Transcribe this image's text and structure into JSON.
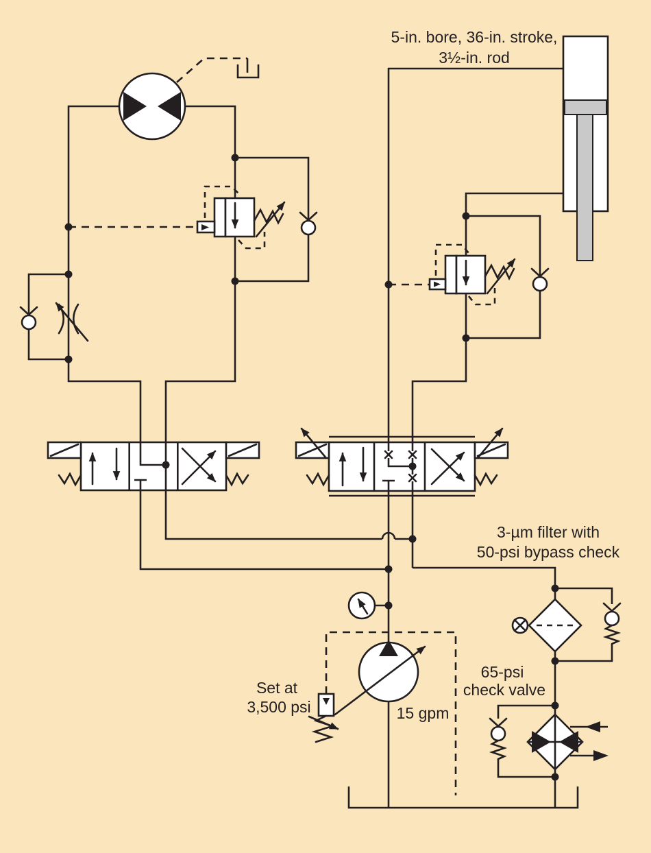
{
  "diagram": {
    "type": "hydraulic-schematic",
    "background_color": "#FAE5BD",
    "line_color": "#231F20",
    "component_fill": "#FFFFFF",
    "metal_fill": "#C9C9C9"
  },
  "labels": {
    "cylinder_spec_line1": "5-in. bore, 36-in. stroke,",
    "cylinder_spec_line2": "3½-in. rod",
    "filter_note_line1": "3-µm filter with",
    "filter_note_line2": "50-psi bypass check",
    "check_valve_note_line1": "65-psi",
    "check_valve_note_line2": "check valve",
    "relief_setting_line1": "Set at",
    "relief_setting_line2": "3,500 psi",
    "pump_flow": "15 gpm"
  },
  "components": [
    "bidirectional-hydraulic-motor",
    "motor-case-drain-to-tank",
    "counterbalance-valve-left",
    "check-valve-left-branch",
    "flow-control-with-bypass-check",
    "solenoid-directional-valve-3pos",
    "proportional-directional-valve-3pos",
    "counterbalance-valve-right",
    "check-valve-right-branch",
    "cylinder-5in-bore",
    "pressure-gauge",
    "pressure-compensated-variable-pump",
    "compensator-relief",
    "return-filter-with-bypass",
    "heat-exchanger-cooler",
    "cooler-bypass-check-valve",
    "reservoir"
  ]
}
